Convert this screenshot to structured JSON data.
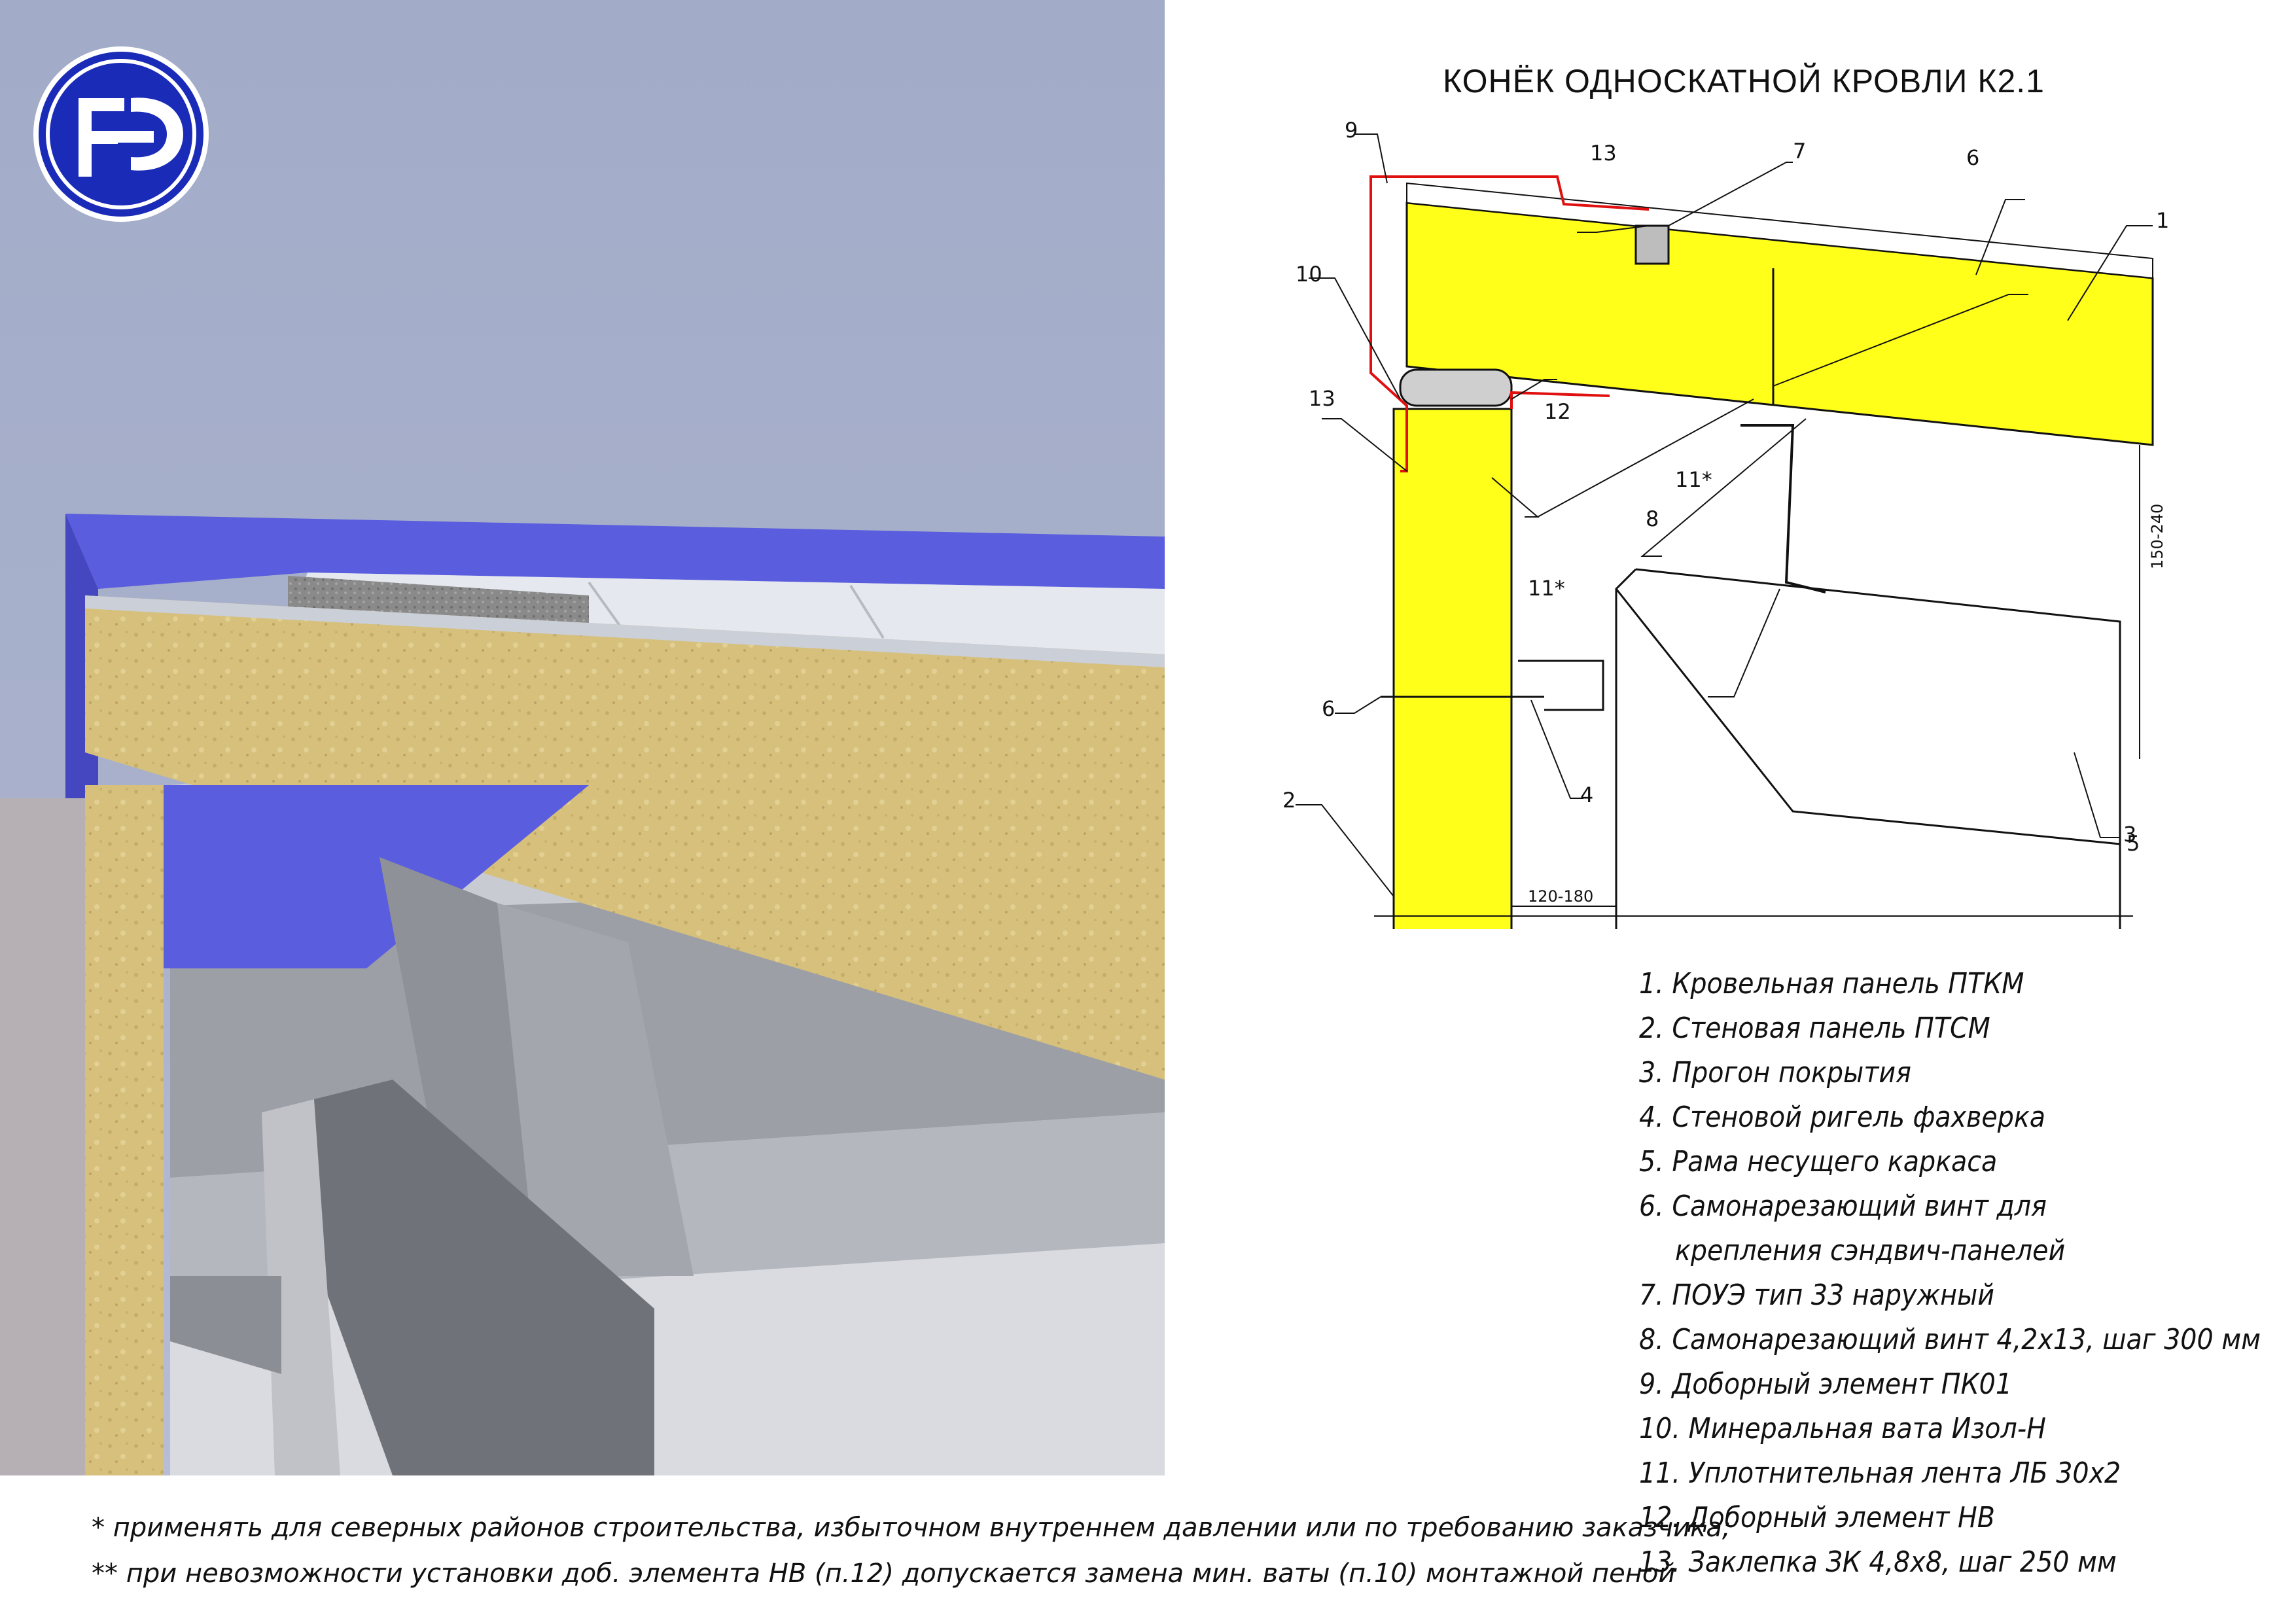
{
  "title": "КОНЁК ОДНОСКАТНОЙ КРОВЛИ К2.1",
  "logo": {
    "icon": "company-emblem-icon",
    "colors": {
      "ring": "#1a2bb8",
      "fill": "#ffffff"
    }
  },
  "callouts": [
    "1",
    "2",
    "3",
    "4",
    "5",
    "6",
    "6",
    "7",
    "8",
    "9",
    "10",
    "11*",
    "11*",
    "12",
    "13",
    "13"
  ],
  "dimensions": {
    "wall_offset": "120-180",
    "panel_thickness": "150-240"
  },
  "legend": [
    "1. Кровельная панель ПТКМ",
    "2. Стеновая панель ПТСМ",
    "3. Прогон покрытия",
    "4. Стеновой ригель фахверка",
    "5. Рама несущего каркаса",
    "6. Самонарезающий винт для",
    "крепления сэндвич-панелей",
    "7. ПОУЭ тип 33 наружный",
    "8. Самонарезающий винт 4,2х13, шаг 300 мм",
    "9. Доборный элемент ПК01",
    "10. Минеральная вата Изол-Н",
    "11. Уплотнительная лента ЛБ 30х2",
    "12. Доборный элемент НВ",
    "13. Заклепка ЗК 4,8х8, шаг 250 мм"
  ],
  "notes": [
    "* применять для  северных районов строительства, избыточном внутреннем давлении или по требованию заказчика;",
    "** при невозможности установки доб. элемента НВ (п.12) допускается замена мин. ваты (п.10) монтажной пеной"
  ],
  "colors": {
    "insulation_yellow": "#ffff1a",
    "flashing_red": "#e01010",
    "sky": "#a4afcb",
    "mineral_wool": "#d8c27e",
    "steel": "#8f9298",
    "roof_blue": "#5558d8"
  }
}
